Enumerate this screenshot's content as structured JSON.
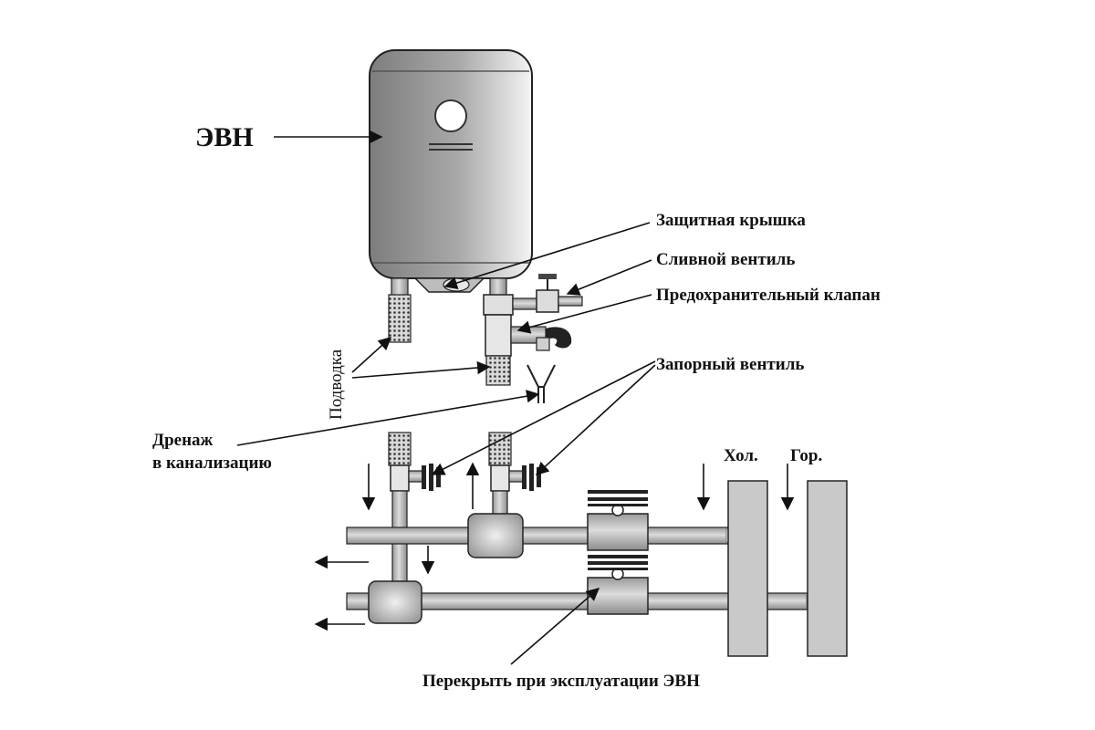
{
  "labels": {
    "evn": "ЭВН",
    "protective_cover": "Защитная крышка",
    "drain_valve": "Сливной вентиль",
    "safety_valve": "Предохранительный клапан",
    "supply_hose": "Подводка",
    "shutoff_valve": "Запорный вентиль",
    "drain_line1": "Дренаж",
    "drain_line2": "в канализацию",
    "cold": "Хол.",
    "hot": "Гор.",
    "close_note": "Перекрыть при эксплуатации ЭВН"
  },
  "colors": {
    "tank_dark": "#8a8a8a",
    "tank_light": "#f2f2f2",
    "pipe": "#b8b8b8",
    "line": "#111111"
  }
}
